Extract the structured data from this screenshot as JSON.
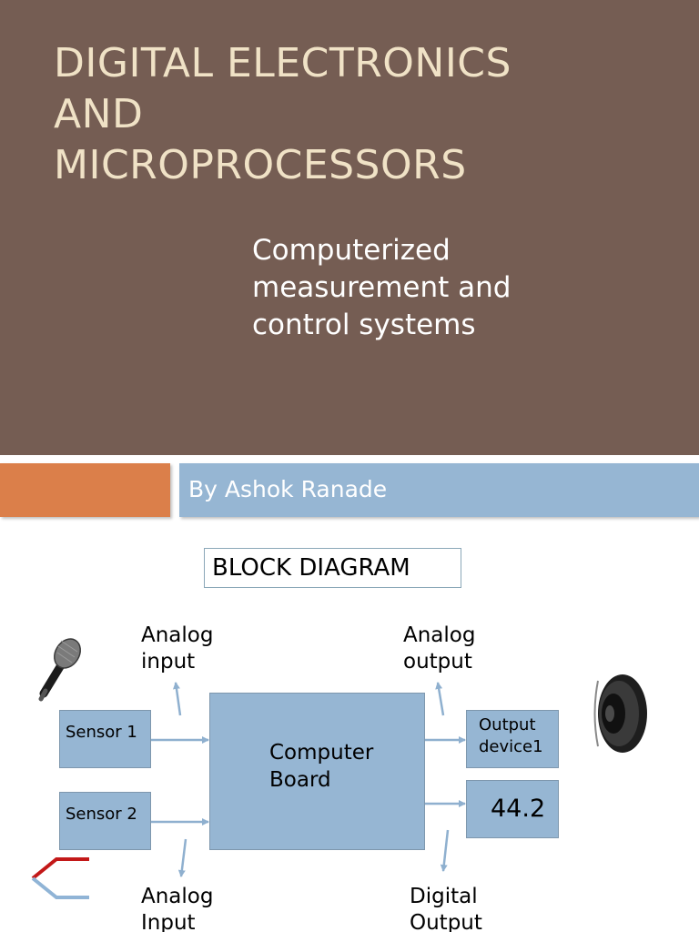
{
  "title_lines": [
    "DIGITAL ELECTRONICS",
    "AND",
    "MICROPROCESSORS"
  ],
  "subtitle_lines": [
    "Computerized",
    "measurement and",
    "control systems"
  ],
  "author": "By Ashok Ranade",
  "diagram": {
    "caption": "BLOCK DIAGRAM",
    "sensor1": "Sensor 1",
    "sensor2": "Sensor 2",
    "computer_board": [
      "Computer",
      "Board"
    ],
    "output_device1": [
      "Output",
      "device1"
    ],
    "display_value": "44.2",
    "analog_input_top": [
      "Analog",
      "input"
    ],
    "analog_output": [
      "Analog",
      "output"
    ],
    "analog_input_bottom": [
      "Analog",
      "Input"
    ],
    "digital_output": [
      "Digital",
      "Output"
    ],
    "icons": [
      "microphone-icon",
      "speaker-icon",
      "thermocouple-icon"
    ]
  },
  "colors": {
    "title_background": "#755d53",
    "title_text": "#f0e2c6",
    "orange_bar": "#db7f4a",
    "blue_bar": "#96b6d3",
    "block_fill": "#96b6d3",
    "arrow": "#8fb0cf"
  }
}
